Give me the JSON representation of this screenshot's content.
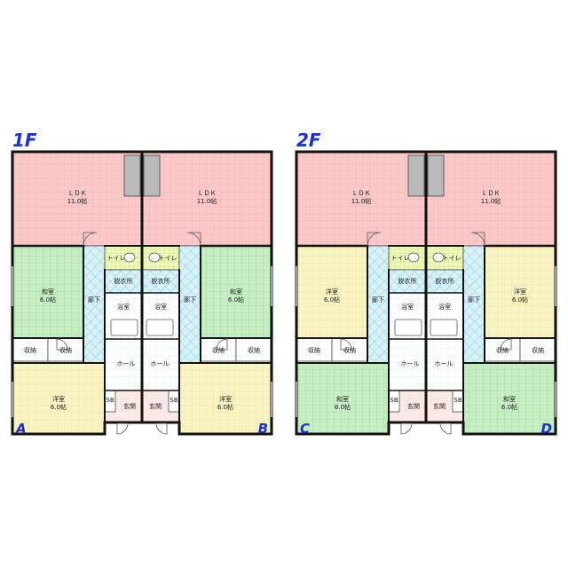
{
  "floors": [
    {
      "label": "1F",
      "units": [
        "A",
        "B"
      ],
      "rooms": {
        "ldk_left": "ＬＤＫ",
        "ldk_left_size": "11.0帖",
        "ldk_right": "ＬＤＫ",
        "ldk_right_size": "11.0帖",
        "mid_left": "和室",
        "mid_left_size": "6.0帖",
        "mid_right": "和室",
        "mid_right_size": "6.0帖",
        "low_left": "洋室",
        "low_left_size": "6.0帖",
        "low_right": "洋室",
        "low_right_size": "6.0帖"
      }
    },
    {
      "label": "2F",
      "units": [
        "C",
        "D"
      ],
      "rooms": {
        "ldk_left": "ＬＤＫ",
        "ldk_left_size": "11.0帖",
        "ldk_right": "ＬＤＫ",
        "ldk_right_size": "11.0帖",
        "mid_left": "洋室",
        "mid_left_size": "6.0帖",
        "mid_right": "洋室",
        "mid_right_size": "6.0帖",
        "low_left": "和室",
        "low_left_size": "6.0帖",
        "low_right": "和室",
        "low_right_size": "6.0帖"
      }
    }
  ],
  "common": {
    "toilet": "トイレ",
    "dressing": "脱衣所",
    "bath": "浴室",
    "hall": "廊下",
    "closet": "収納",
    "foyer": "ホール",
    "entrance": "玄関",
    "shoebox": "SB"
  },
  "colors": {
    "ldk": "#f9c8c8",
    "washitsu": "#c5ecc2",
    "yoshitsu": "#f8f3c2",
    "wet": "#ffffff",
    "hallway": "#cdeef7",
    "toilet": "#eef8b8",
    "wall": "#111111"
  }
}
